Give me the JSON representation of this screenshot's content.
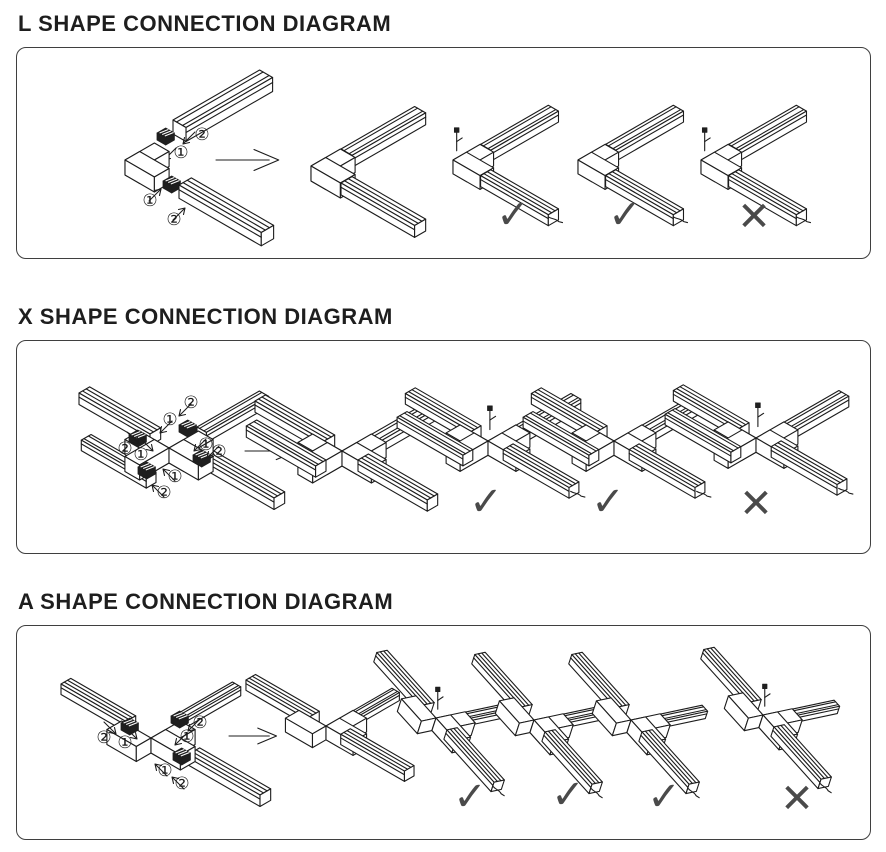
{
  "page": {
    "background": "#ffffff",
    "line_color": "#1c1c1c",
    "mark_color": "#4a4a4a",
    "box_border_color": "#3f3f3f"
  },
  "sections": [
    {
      "id": "l-shape",
      "title": "L SHAPE CONNECTION DIAGRAM",
      "callouts": [
        "②",
        "①",
        "①",
        "②"
      ],
      "results": [
        {
          "type": "correct",
          "glyph": "✓"
        },
        {
          "type": "correct",
          "glyph": "✓"
        },
        {
          "type": "incorrect",
          "glyph": "✕"
        }
      ]
    },
    {
      "id": "x-shape",
      "title": "X SHAPE CONNECTION DIAGRAM",
      "callouts": [
        "②",
        "①",
        "②",
        "①",
        "①",
        "②",
        "①",
        "②"
      ],
      "results": [
        {
          "type": "correct",
          "glyph": "✓"
        },
        {
          "type": "correct",
          "glyph": "✓"
        },
        {
          "type": "incorrect",
          "glyph": "✕"
        }
      ]
    },
    {
      "id": "a-shape",
      "title": "A SHAPE CONNECTION DIAGRAM",
      "callouts": [
        "②",
        "①",
        "②",
        "①",
        "①",
        "②"
      ],
      "results": [
        {
          "type": "correct",
          "glyph": "✓"
        },
        {
          "type": "correct",
          "glyph": "✓"
        },
        {
          "type": "correct",
          "glyph": "✓"
        },
        {
          "type": "incorrect",
          "glyph": "✕"
        }
      ]
    }
  ]
}
